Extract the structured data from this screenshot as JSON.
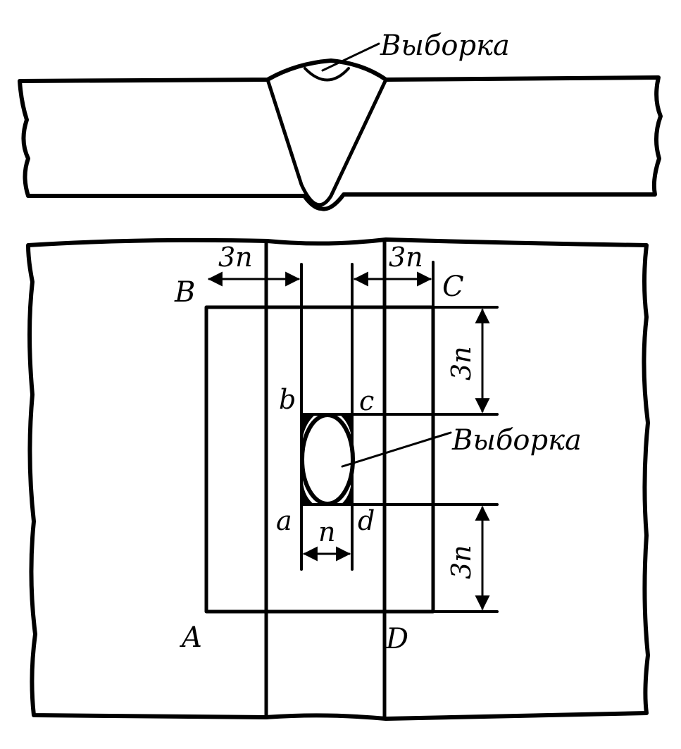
{
  "section_view": {
    "callout_label": "Выборка"
  },
  "plan_view": {
    "corner_labels": {
      "top_left": "B",
      "top_right": "C",
      "bottom_left": "A",
      "bottom_right": "D"
    },
    "inner_labels": {
      "b": "b",
      "c": "c",
      "a": "a",
      "d": "d"
    },
    "dim_3n": "3n",
    "dim_n": "n",
    "callout_label": "Выборка"
  },
  "colors": {
    "ink": "#000000",
    "background": "#ffffff"
  }
}
